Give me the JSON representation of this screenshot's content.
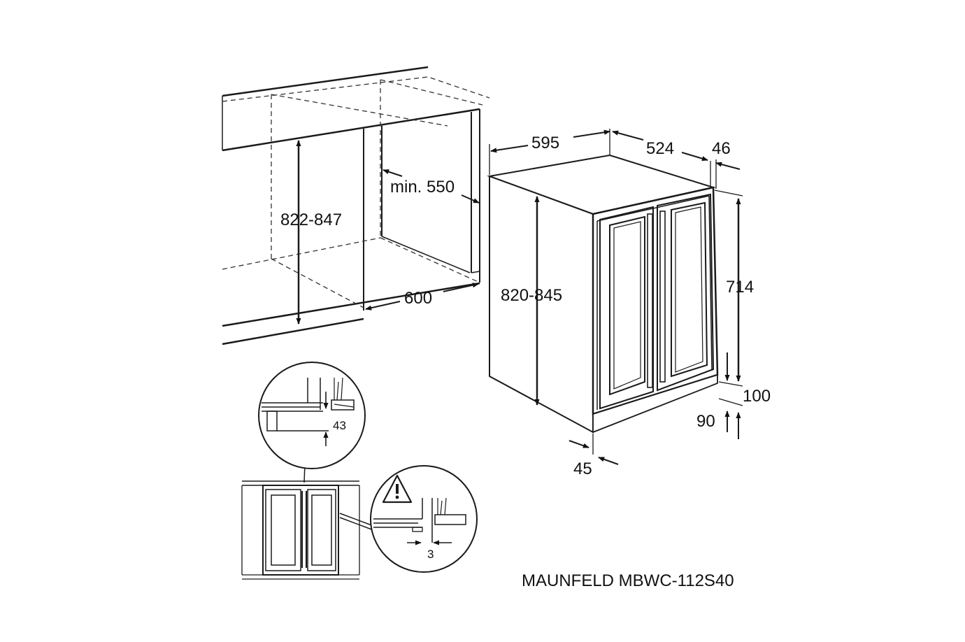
{
  "colors": {
    "line": "#1a1a1a",
    "background": "#ffffff"
  },
  "icons": {
    "warning": "warning-triangle-icon"
  },
  "dimensions": {
    "niche_height": "822-847",
    "niche_min_depth": "min. 550",
    "niche_width": "600",
    "width": "595",
    "depth": "524",
    "door_offset": "46",
    "height": "820-845",
    "door_height": "714",
    "plinth_100": "100",
    "plinth_90": "90",
    "bottom_offset": "45",
    "detail_gap": "43",
    "detail_clearance": "3"
  },
  "caption": "MAUNFELD MBWC-112S40"
}
